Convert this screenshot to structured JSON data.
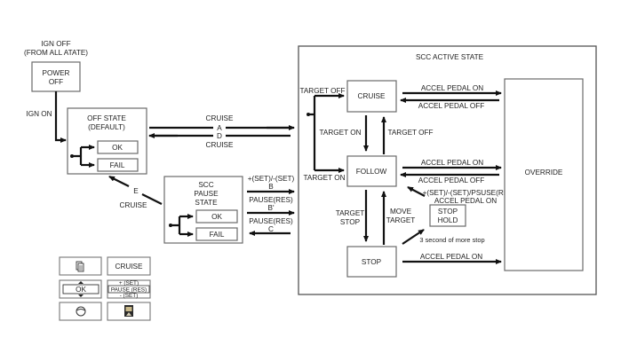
{
  "states": {
    "power_off": {
      "line1": "POWER",
      "line2": "OFF"
    },
    "off_state": {
      "line1": "OFF STATE",
      "line2": "(DEFAULT)",
      "ok": "OK",
      "fail": "FAIL"
    },
    "scc_pause": {
      "line1": "SCC",
      "line2": "PAUSE",
      "line3": "STATE",
      "ok": "OK",
      "fail": "FAIL"
    },
    "scc_active": {
      "title": "SCC ACTIVE STATE"
    },
    "cruise": {
      "label": "CRUISE"
    },
    "follow": {
      "label": "FOLLOW"
    },
    "stop": {
      "label": "STOP"
    },
    "stop_hold": {
      "line1": "STOP",
      "line2": "HOLD"
    },
    "override": {
      "label": "OVERRIDE"
    }
  },
  "transitions": {
    "ign_off_line1": "IGN OFF",
    "ign_off_line2": "(FROM ALL ATATE)",
    "ign_on": "IGN ON",
    "cruise_a_top": "CRUISE",
    "a": "A",
    "d": "D",
    "cruise_d_bottom": "CRUISE",
    "set_b_line1": "+(SET)/-(SET)",
    "set_b_line2": "B",
    "pause_b2_line1": "PAUSE(RES)",
    "pause_b2_line2": "B'",
    "pause_c_line1": "PAUSE(RES)",
    "pause_c_line2": "C",
    "e": "E",
    "e_cruise": "CRUISE",
    "target_off_entry": "TARGET OFF",
    "target_on_entry": "TARGET ON",
    "target_on": "TARGET ON",
    "target_off": "TARGET OFF",
    "accel_on_1": "ACCEL PEDAL ON",
    "accel_off_1": "ACCEL PEDAL OFF",
    "accel_on_2": "ACCEL PEDAL ON",
    "accel_off_2": "ACCEL PEDAL OFF",
    "target_stop_line1": "TARGET",
    "target_stop_line2": "STOP",
    "move_target_line1": "MOVE",
    "move_target_line2": "TARGET",
    "stop_hold_exit_line1": "+(SET)/-(SET)/PSUSE(RES)",
    "stop_hold_exit_line2": "ACCEL PEDAL ON",
    "stop_hold_entry": "3 second of more stop",
    "accel_on_3": "ACCEL PEDAL ON"
  },
  "legend": {
    "cruise_button": "CRUISE",
    "ok_button": "OK",
    "set_plus": "+ (SET)",
    "pause_res": "PAUSE (RES)",
    "set_minus": "- (SET)",
    "icons": [
      "info-cluster-icon",
      "ok-toggle-icon",
      "steering-wheel-icon",
      "cluster-display-icon"
    ]
  }
}
